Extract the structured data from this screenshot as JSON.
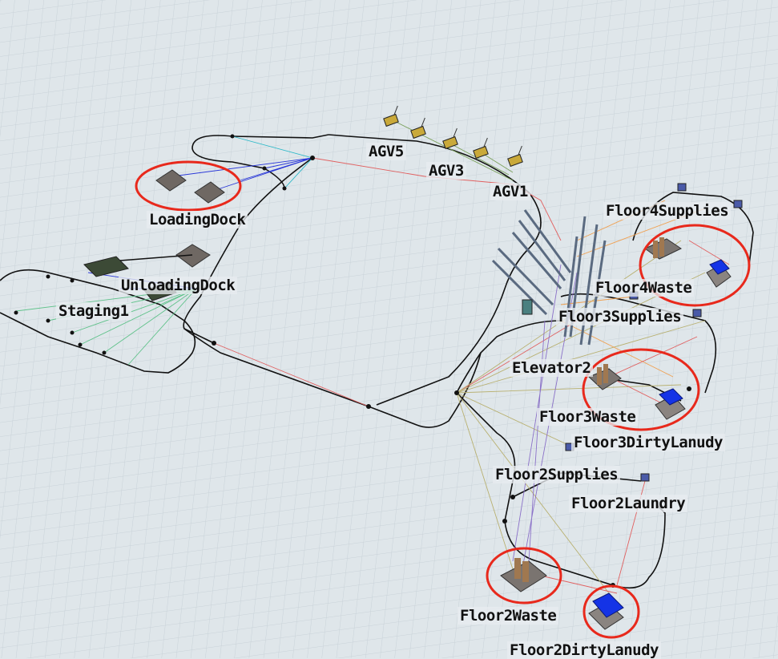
{
  "scene": {
    "labels": {
      "agv5": "AGV5",
      "agv3": "AGV3",
      "agv1": "AGV1",
      "loading_dock": "LoadingDock",
      "unloading_dock": "UnloadingDock",
      "staging1": "Staging1",
      "floor4_supplies": "Floor4Supplies",
      "floor4_waste": "Floor4Waste",
      "floor3_supplies": "Floor3Supplies",
      "elevator": "Elevator2",
      "floor3_waste": "Floor3Waste",
      "floor3_dirty_laundry": "Floor3DirtyLanudy",
      "floor2_supplies": "Floor2Supplies",
      "floor2_laundry": "Floor2Laundry",
      "floor2_waste": "Floor2Waste",
      "floor2_dirty_laundry": "Floor2DirtyLanudy"
    },
    "colors": {
      "background": "#dfe6ea",
      "grid": "#c9d2d8",
      "path": "#111111",
      "highlight_circle": "#e8291c",
      "connector_red": "#e06060",
      "connector_green": "#5fc28a",
      "connector_blue": "#2a38d8",
      "bin_blue": "#1433e6"
    }
  }
}
